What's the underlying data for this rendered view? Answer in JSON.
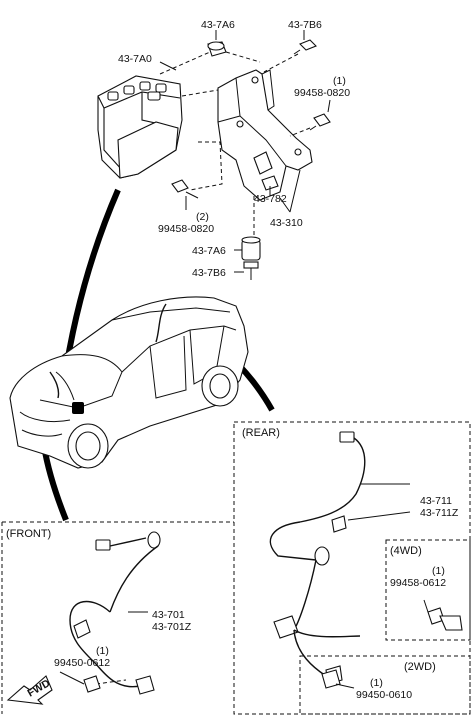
{
  "labels": {
    "hu_bracket": "43-7A6",
    "hu_bolt": "43-7B6",
    "hydraulic_unit": "43-7A0",
    "bolt_0820_qty": "(1)",
    "bolt_0820": "99458-0820",
    "bolt_0820_lower_qty": "(2)",
    "bolt_0820_lower": "99458-0820",
    "bracket_nut": "43-782",
    "bracket": "43-310",
    "lower_mount": "43-7A6",
    "lower_bolt": "43-7B6",
    "front_section": "(FRONT)",
    "front_sensor_a": "43-701",
    "front_sensor_b": "43-701Z",
    "front_bolt_qty": "(1)",
    "front_bolt": "99450-0612",
    "fwd_arrow": "FWD",
    "rear_section": "(REAR)",
    "rear_sensor_a": "43-711",
    "rear_sensor_b": "43-711Z",
    "sub_4wd": "(4WD)",
    "bolt_4wd_qty": "(1)",
    "bolt_4wd": "99458-0612",
    "sub_2wd": "(2WD)",
    "bolt_2wd_qty": "(1)",
    "bolt_2wd": "99450-0610"
  },
  "icons": [
    "fwd-arrow-icon"
  ]
}
